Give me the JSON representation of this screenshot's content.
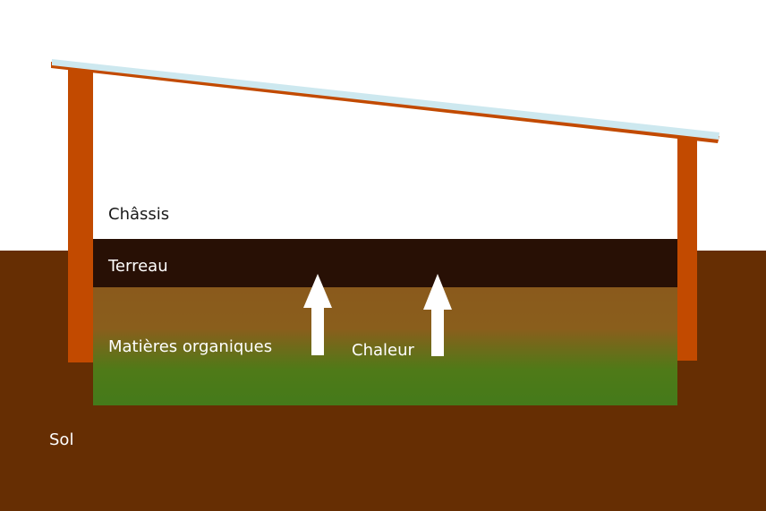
{
  "labels": {
    "frame": "Châssis",
    "compost": "Terreau",
    "organic": "Matières organiques",
    "heat": "Chaleur",
    "soil": "Sol"
  },
  "colors": {
    "sky": "#ffffff",
    "soil": "#662e03",
    "post": "#c24a00",
    "glass": "#cde8ef",
    "compost": "#281005",
    "organic_top": "#8a5a1c",
    "organic_bottom": "#45781a",
    "arrow": "#ffffff"
  }
}
